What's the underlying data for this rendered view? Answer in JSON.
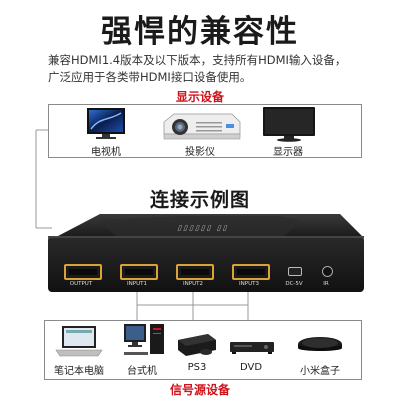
{
  "header": {
    "title": "强悍的兼容性",
    "desc_line1": "兼容HDMI1.4版本及以下版本，支持所有HDMI输入设备，",
    "desc_line2": "广泛应用于各类带HDMI接口设备使用。"
  },
  "display": {
    "label": "显示设备",
    "devices": [
      {
        "icon": "monitor-icon",
        "label": "电视机"
      },
      {
        "icon": "projector-icon",
        "label": "投影仪"
      },
      {
        "icon": "display-icon",
        "label": "显示器"
      }
    ]
  },
  "example": {
    "title": "连接示例图",
    "ports": [
      "OUTPUT",
      "INPUT1",
      "INPUT2",
      "INPUT3",
      "DC-5V",
      "IR"
    ]
  },
  "sources": {
    "label": "信号源设备",
    "devices": [
      {
        "icon": "laptop-icon",
        "label": "笔记本电脑"
      },
      {
        "icon": "desktop-icon",
        "label": "台式机"
      },
      {
        "icon": "ps3-icon",
        "label": "PS3"
      },
      {
        "icon": "dvd-icon",
        "label": "DVD"
      },
      {
        "icon": "tvbox-icon",
        "label": "小米盒子"
      }
    ]
  },
  "colors": {
    "accent_red": "#d0121b",
    "hdmi_gold": "#d9a23a"
  }
}
